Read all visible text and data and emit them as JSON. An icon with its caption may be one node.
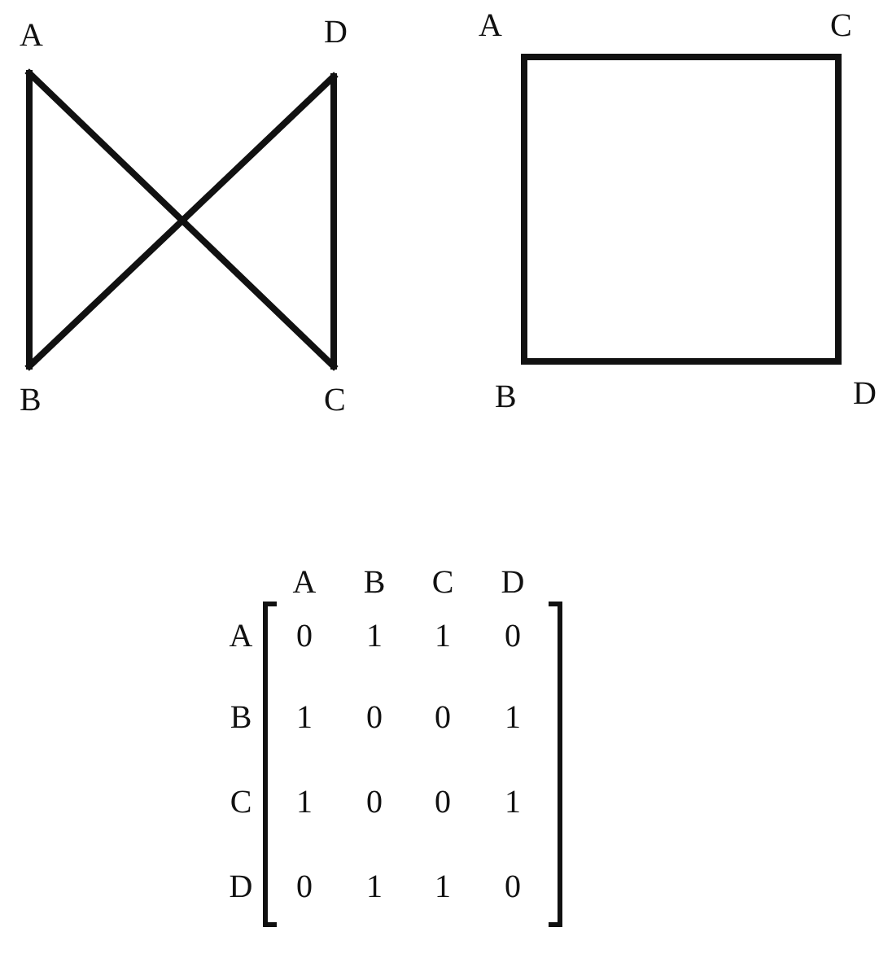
{
  "diagram": {
    "nodes": [
      {
        "text": [
          "A"
        ]
      },
      {
        "text": [
          "D"
        ]
      },
      {
        "text": [
          "B"
        ]
      },
      {
        "text": [
          "C"
        ]
      },
      {
        "text": [
          "A"
        ]
      },
      {
        "text": [
          "C"
        ]
      },
      {
        "text": [
          "B"
        ]
      },
      {
        "text": [
          "D"
        ]
      }
    ],
    "edges": [
      {
        "from": 0,
        "to": 2,
        "arrow": "none"
      },
      {
        "from": 0,
        "to": 3,
        "arrow": "none"
      },
      {
        "from": 1,
        "to": 2,
        "arrow": "none"
      },
      {
        "from": 1,
        "to": 3,
        "arrow": "none"
      },
      {
        "from": 4,
        "to": 5,
        "arrow": "none"
      },
      {
        "from": 4,
        "to": 6,
        "arrow": "none"
      },
      {
        "from": 5,
        "to": 7,
        "arrow": "none"
      },
      {
        "from": 6,
        "to": 7,
        "arrow": "none"
      }
    ],
    "labels": [
      "A",
      "B",
      "C",
      "D",
      "A",
      "0",
      "1",
      "1",
      "0",
      "B",
      "1",
      "0",
      "0",
      "1",
      "C",
      "1",
      "0",
      "0",
      "1",
      "D",
      "0",
      "1",
      "1",
      "0"
    ]
  }
}
